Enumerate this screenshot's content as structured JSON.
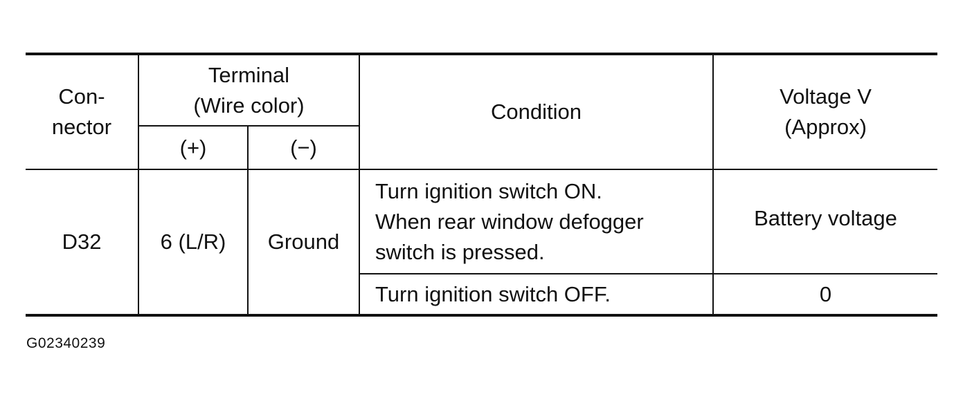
{
  "table": {
    "headers": {
      "connector": [
        "Con-",
        "nector"
      ],
      "terminal": [
        "Terminal",
        "(Wire color)"
      ],
      "terminal_plus": "(+)",
      "terminal_minus": "(−)",
      "condition": "Condition",
      "voltage": [
        "Voltage V",
        "(Approx)"
      ]
    },
    "rows": [
      {
        "connector": "D32",
        "plus": "6 (L/R)",
        "minus": "Ground",
        "conditions": [
          {
            "text": [
              "Turn ignition switch ON.",
              "When rear window defogger",
              "switch is pressed."
            ],
            "voltage": "Battery voltage"
          },
          {
            "text": [
              "Turn ignition switch OFF."
            ],
            "voltage": "0"
          }
        ]
      }
    ]
  },
  "figure_id": "G02340239"
}
